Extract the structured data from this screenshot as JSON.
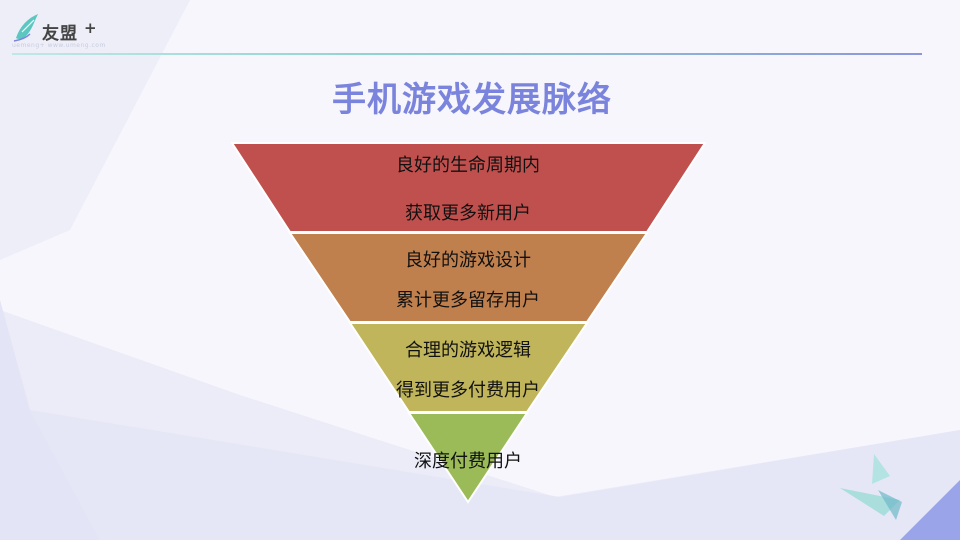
{
  "header": {
    "logo_text": "友盟",
    "logo_plus": "+",
    "logo_icon": "feather-logo-icon",
    "logo_sub": "uemeng+ www.umeng.com"
  },
  "slide": {
    "title": "手机游戏发展脉络"
  },
  "funnel": {
    "tiers": [
      {
        "line1": "良好的生命周期内",
        "line2": "获取更多新用户",
        "color": "#c0504d"
      },
      {
        "line1": "良好的游戏设计",
        "line2": "累计更多留存用户",
        "color": "#c0804e"
      },
      {
        "line1": "合理的游戏逻辑",
        "line2": "得到更多付费用户",
        "color": "#c0b55a"
      },
      {
        "line1": "深度付费用户",
        "line2": "",
        "color": "#9bbb59"
      }
    ]
  },
  "colors": {
    "title": "#7b84dc",
    "accent": "#8c96dc",
    "teal": "#8fd3d0"
  }
}
